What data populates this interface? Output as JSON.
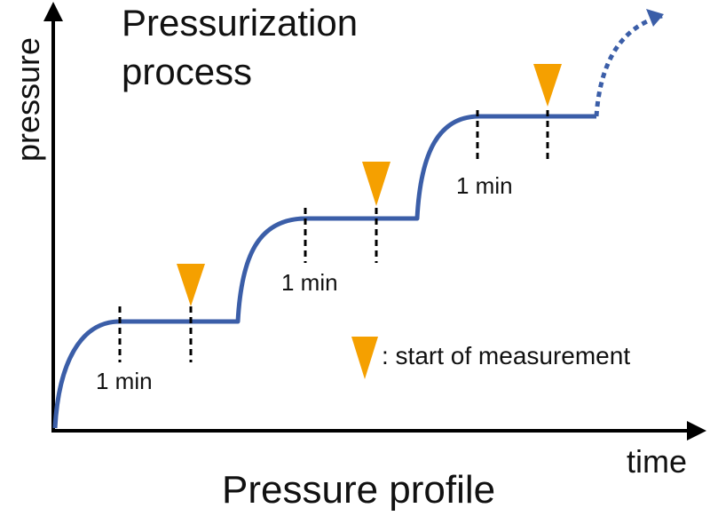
{
  "title_line1": "Pressurization",
  "title_line2": "process",
  "ylabel": "pressure",
  "xlabel": "time",
  "footer_caption": "Pressure profile",
  "interval_labels": [
    "1 min",
    "1 min",
    "1 min"
  ],
  "legend": {
    "marker_icon": "orange-triangle-icon",
    "text": ": start of measurement"
  },
  "colors": {
    "curve": "#3b5ea8",
    "marker": "#f5a000",
    "axis": "#000000",
    "tick": "#000000"
  }
}
